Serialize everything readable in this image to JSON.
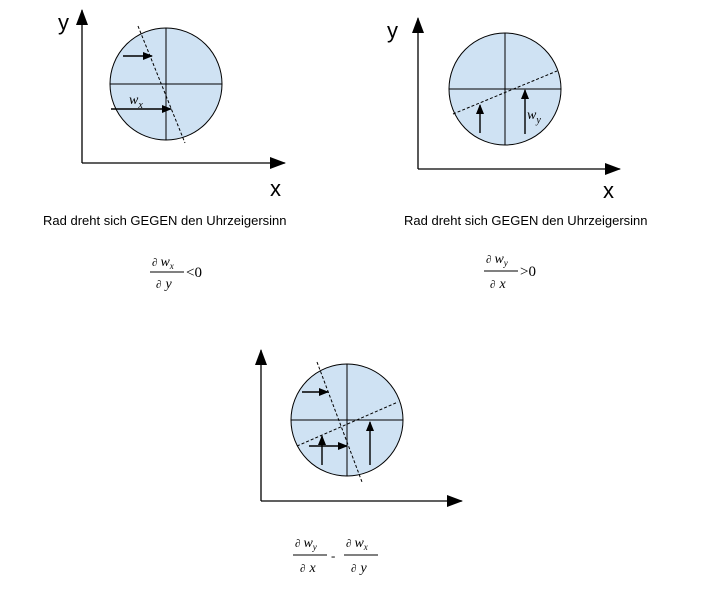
{
  "panel_left": {
    "y_axis_label": "y",
    "x_axis_label": "x",
    "velocity_label": {
      "base": "w",
      "sub": "x"
    },
    "caption": "Rad dreht sich GEGEN den Uhrzeigersinn",
    "formula": {
      "partial": "∂",
      "num_var": "w",
      "num_sub": "x",
      "den_var": "y",
      "relation": "<",
      "value": "0"
    }
  },
  "panel_right": {
    "y_axis_label": "y",
    "x_axis_label": "x",
    "velocity_label": {
      "base": "w",
      "sub": "y"
    },
    "caption": "Rad dreht sich GEGEN den Uhrzeigersinn",
    "formula": {
      "partial": "∂",
      "num_var": "w",
      "num_sub": "y",
      "den_var": "x",
      "relation": ">",
      "value": "0"
    }
  },
  "panel_bottom": {
    "formula": {
      "partial": "∂",
      "term1": {
        "num_var": "w",
        "num_sub": "y",
        "den_var": "x"
      },
      "operator": "-",
      "term2": {
        "num_var": "w",
        "num_sub": "x",
        "den_var": "y"
      }
    }
  },
  "colors": {
    "wheel_fill": "#cfe2f3",
    "stroke": "#000000"
  }
}
